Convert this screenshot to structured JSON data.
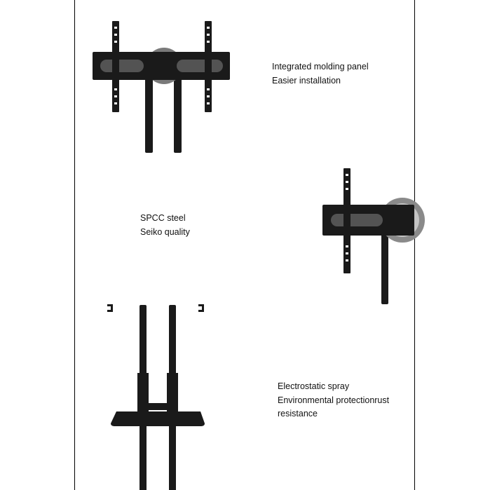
{
  "captions": {
    "molding": {
      "line1": "Integrated molding panel",
      "line2": "Easier installation"
    },
    "steel": {
      "line1": "SPCC steel",
      "line2": "Seiko quality"
    },
    "spray": {
      "line1": "Electrostatic spray",
      "line2": "Environmental protectionrust",
      "line3": "resistance"
    }
  },
  "colors": {
    "metal": "#1a1a1a",
    "background": "#ffffff"
  }
}
